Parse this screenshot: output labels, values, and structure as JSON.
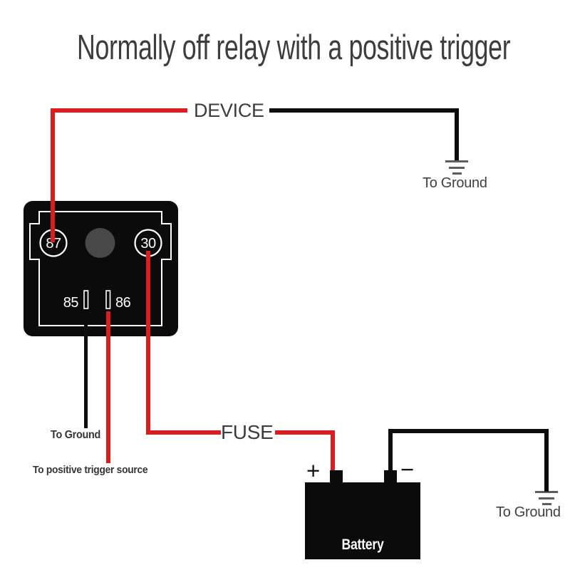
{
  "title": "Normally off relay with a positive trigger",
  "relay": {
    "terminal_87": "87",
    "terminal_30": "30",
    "terminal_85": "85",
    "terminal_86": "86"
  },
  "labels": {
    "device": "DEVICE",
    "fuse": "FUSE",
    "battery": "Battery",
    "battery_plus": "+",
    "battery_minus": "−",
    "ground_top_right": "To Ground",
    "ground_relay_85": "To Ground",
    "trigger_source": "To positive trigger source",
    "ground_bottom_right": "To Ground"
  },
  "colors": {
    "wire_positive_red": "#d81e1e",
    "wire_ground_black": "#0d0d0d",
    "component_black": "#0b0b0b",
    "label_text": "#3d3d3d",
    "ground_symbol_gray": "#5d5d5d",
    "relay_coil_gray": "#484848",
    "terminal_text_white": "#ffffff"
  }
}
